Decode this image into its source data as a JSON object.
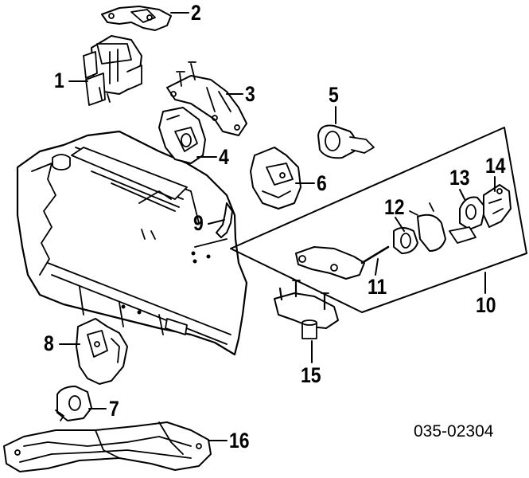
{
  "diagram": {
    "part_code": "035-02304",
    "callouts": [
      {
        "id": "1",
        "label": "1"
      },
      {
        "id": "2",
        "label": "2"
      },
      {
        "id": "3",
        "label": "3"
      },
      {
        "id": "4",
        "label": "4"
      },
      {
        "id": "5",
        "label": "5"
      },
      {
        "id": "6",
        "label": "6"
      },
      {
        "id": "7",
        "label": "7"
      },
      {
        "id": "8",
        "label": "8"
      },
      {
        "id": "9",
        "label": "9"
      },
      {
        "id": "10",
        "label": "10"
      },
      {
        "id": "11",
        "label": "11"
      },
      {
        "id": "12",
        "label": "12"
      },
      {
        "id": "13",
        "label": "13"
      },
      {
        "id": "14",
        "label": "14"
      },
      {
        "id": "15",
        "label": "15"
      },
      {
        "id": "16",
        "label": "16"
      }
    ]
  }
}
